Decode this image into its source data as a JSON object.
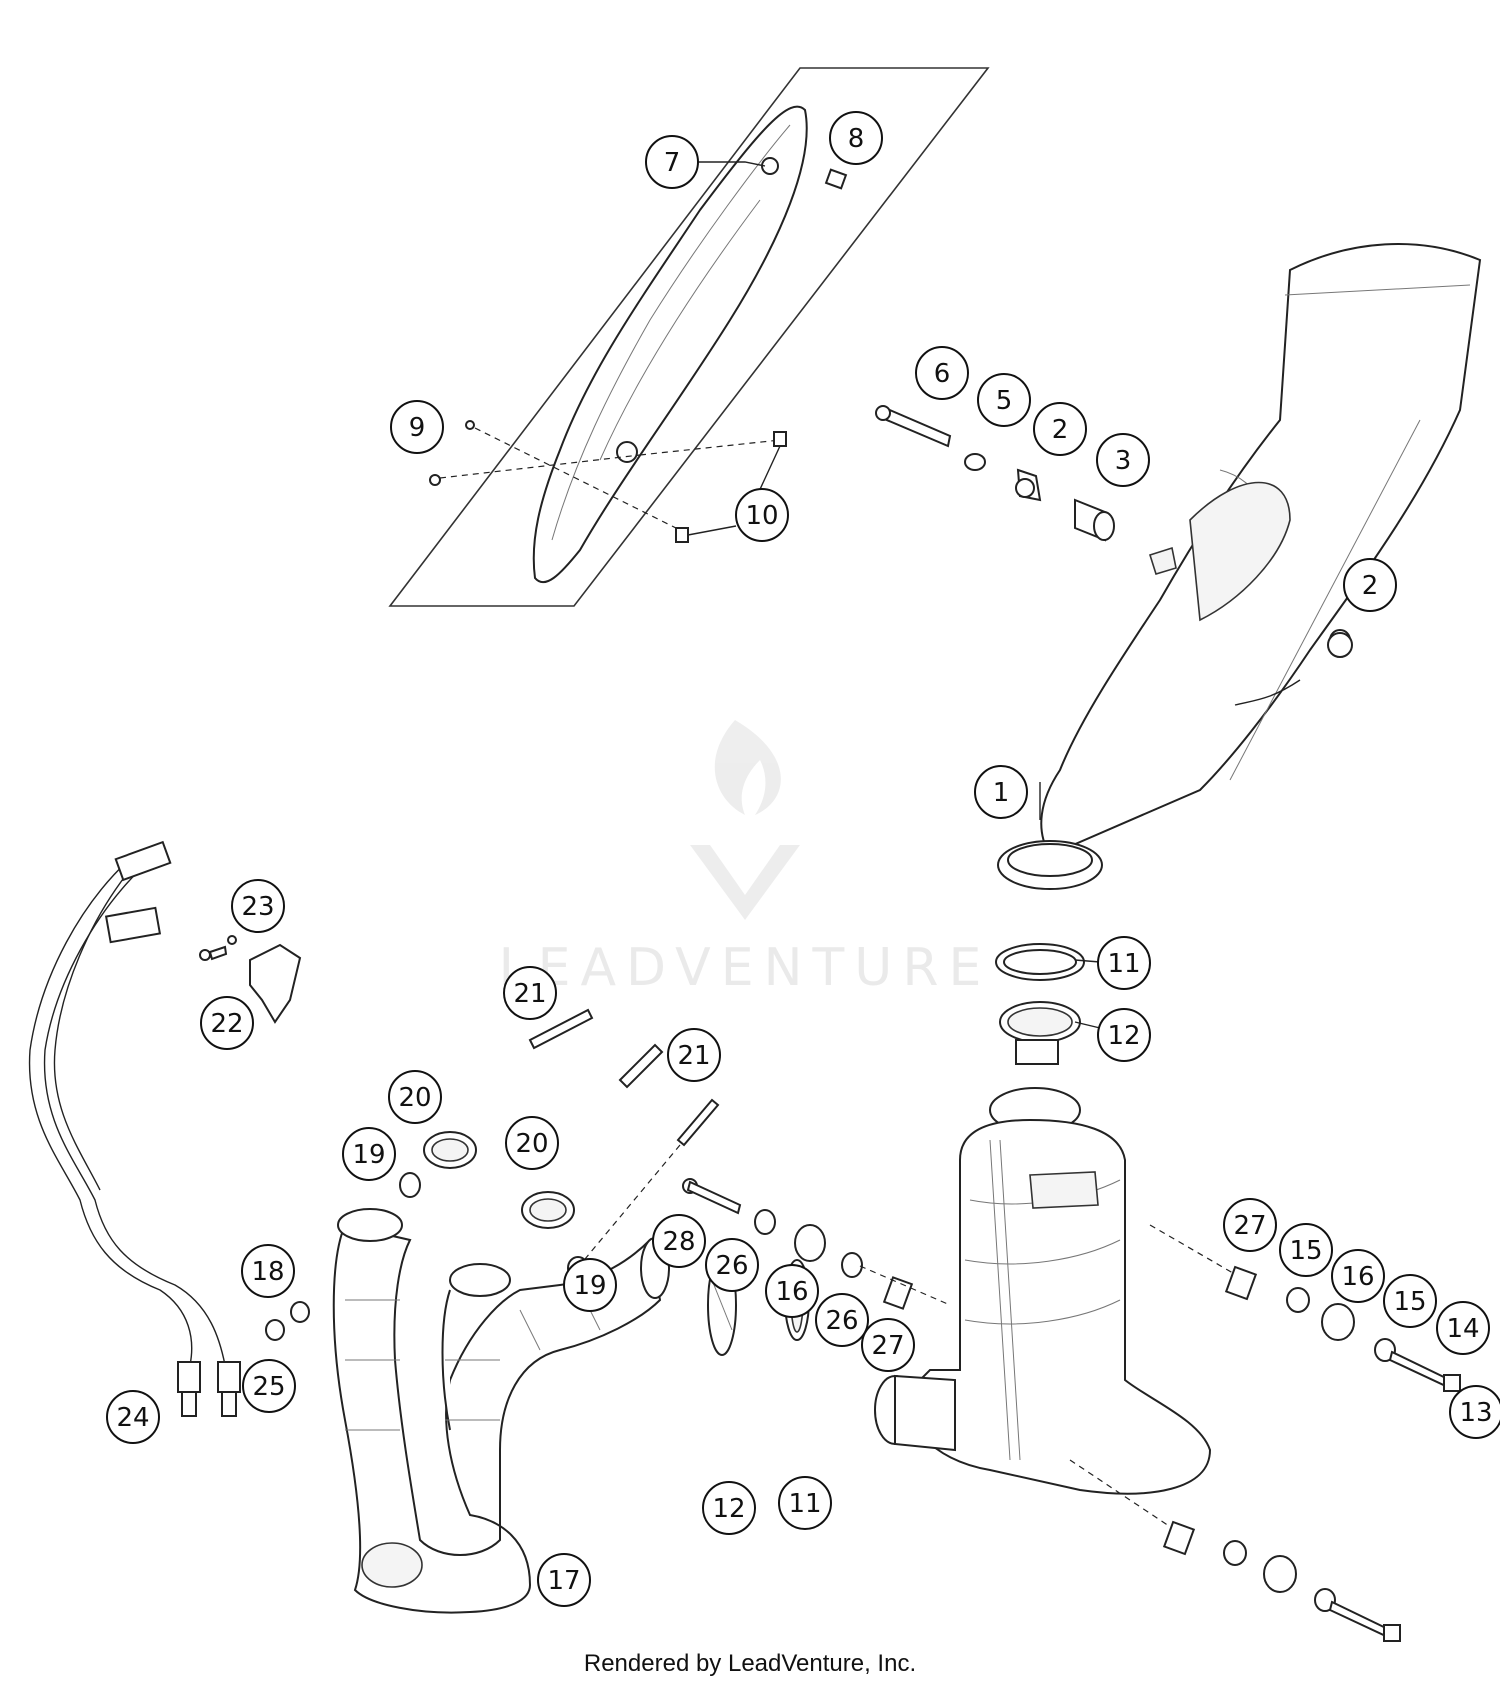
{
  "diagram": {
    "callouts": [
      {
        "id": "c7",
        "label": "7"
      },
      {
        "id": "c8",
        "label": "8"
      },
      {
        "id": "c9",
        "label": "9"
      },
      {
        "id": "c10",
        "label": "10"
      },
      {
        "id": "c6",
        "label": "6"
      },
      {
        "id": "c5",
        "label": "5"
      },
      {
        "id": "c2a",
        "label": "2"
      },
      {
        "id": "c3",
        "label": "3"
      },
      {
        "id": "c2b",
        "label": "2"
      },
      {
        "id": "c1",
        "label": "1"
      },
      {
        "id": "c11a",
        "label": "11"
      },
      {
        "id": "c12a",
        "label": "12"
      },
      {
        "id": "c23",
        "label": "23"
      },
      {
        "id": "c22",
        "label": "22"
      },
      {
        "id": "c21a",
        "label": "21"
      },
      {
        "id": "c21b",
        "label": "21"
      },
      {
        "id": "c20a",
        "label": "20"
      },
      {
        "id": "c20b",
        "label": "20"
      },
      {
        "id": "c19a",
        "label": "19"
      },
      {
        "id": "c19b",
        "label": "19"
      },
      {
        "id": "c18",
        "label": "18"
      },
      {
        "id": "c24",
        "label": "24"
      },
      {
        "id": "c25",
        "label": "25"
      },
      {
        "id": "c28",
        "label": "28"
      },
      {
        "id": "c26a",
        "label": "26"
      },
      {
        "id": "c16a",
        "label": "16"
      },
      {
        "id": "c26b",
        "label": "26"
      },
      {
        "id": "c27a",
        "label": "27"
      },
      {
        "id": "c27b",
        "label": "27"
      },
      {
        "id": "c15a",
        "label": "15"
      },
      {
        "id": "c16b",
        "label": "16"
      },
      {
        "id": "c15b",
        "label": "15"
      },
      {
        "id": "c14",
        "label": "14"
      },
      {
        "id": "c13",
        "label": "13"
      },
      {
        "id": "c12b",
        "label": "12"
      },
      {
        "id": "c11b",
        "label": "11"
      },
      {
        "id": "c17",
        "label": "17"
      }
    ],
    "watermark": "LEADVENTURE"
  },
  "footer": {
    "caption": "Rendered by LeadVenture, Inc."
  }
}
